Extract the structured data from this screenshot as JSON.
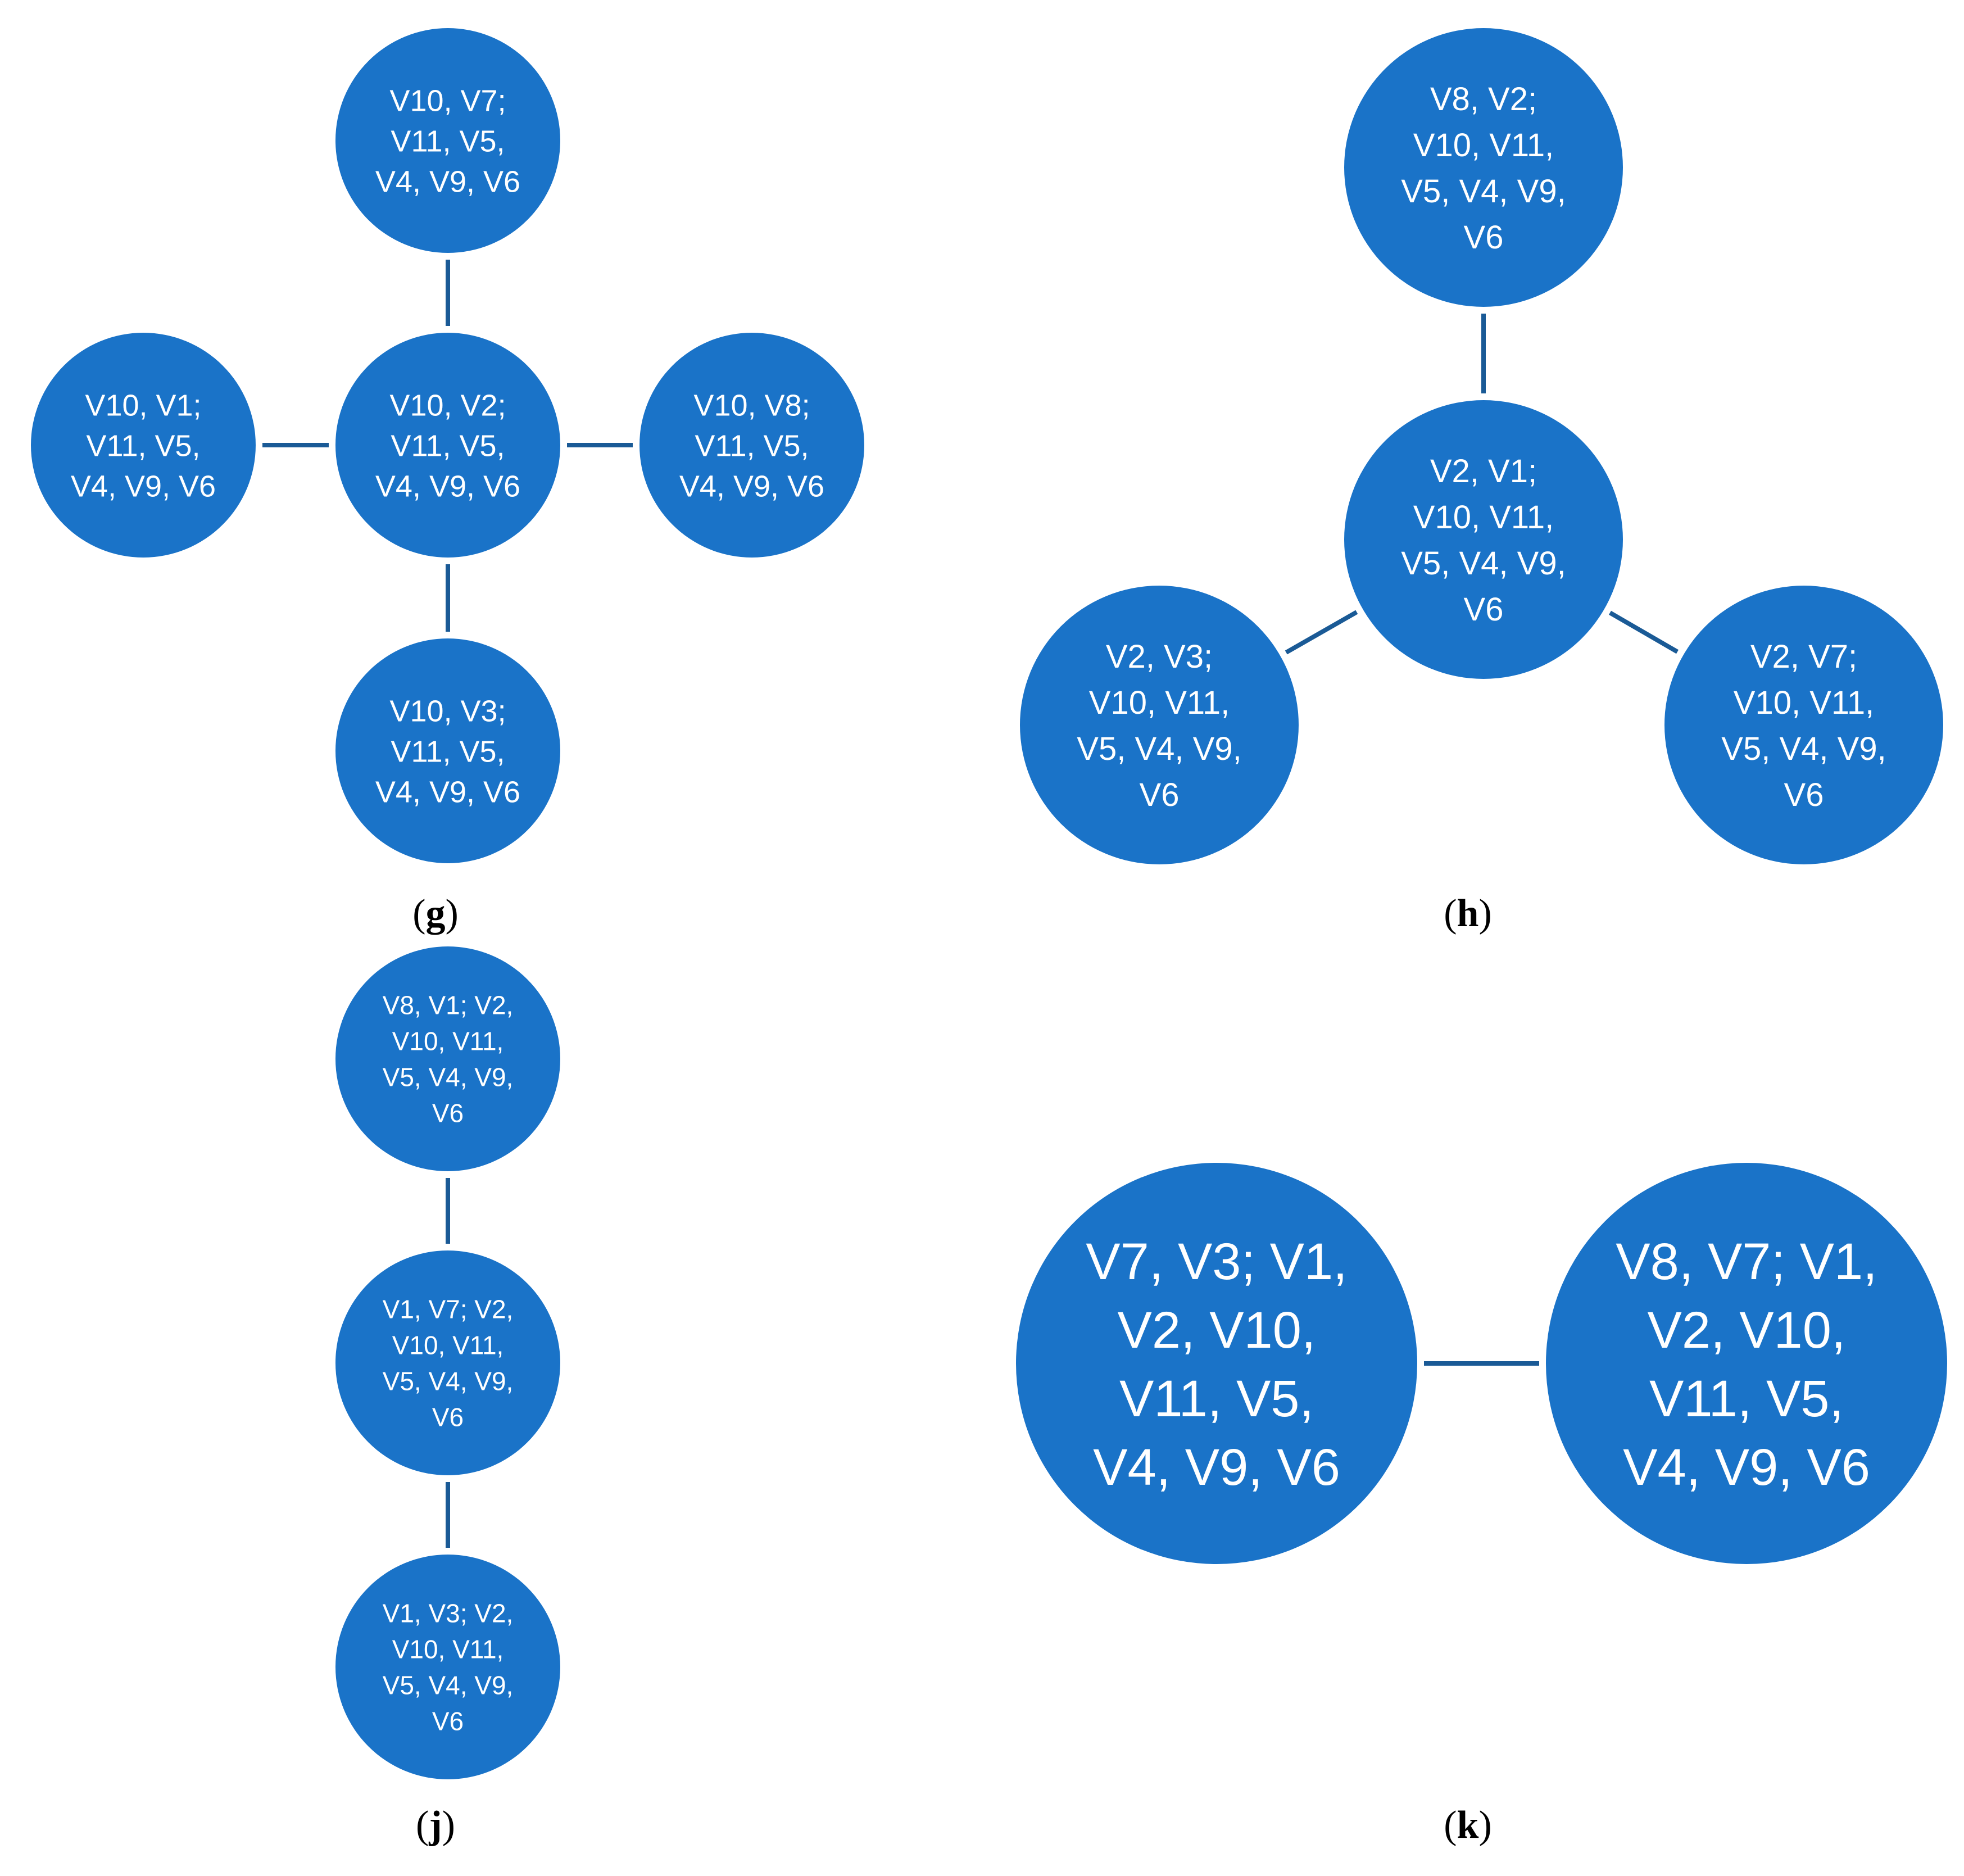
{
  "colors": {
    "node_fill": "#1a73c8",
    "edge": "#1a5a96",
    "text": "#ffffff",
    "caption": "#000000"
  },
  "panels": [
    {
      "id": "g",
      "caption_letter": "g",
      "nodes": [
        {
          "id": "g-top",
          "lines": [
            "V10, V7;",
            "V11, V5,",
            "V4, V9, V6"
          ]
        },
        {
          "id": "g-left",
          "lines": [
            "V10, V1;",
            "V11, V5,",
            "V4, V9, V6"
          ]
        },
        {
          "id": "g-center",
          "lines": [
            "V10, V2;",
            "V11, V5,",
            "V4, V9, V6"
          ]
        },
        {
          "id": "g-right",
          "lines": [
            "V10, V8;",
            "V11, V5,",
            "V4, V9, V6"
          ]
        },
        {
          "id": "g-bottom",
          "lines": [
            "V10, V3;",
            "V11, V5,",
            "V4, V9, V6"
          ]
        }
      ],
      "edges": [
        [
          "g-top",
          "g-center"
        ],
        [
          "g-left",
          "g-center"
        ],
        [
          "g-center",
          "g-right"
        ],
        [
          "g-center",
          "g-bottom"
        ]
      ]
    },
    {
      "id": "h",
      "caption_letter": "h",
      "nodes": [
        {
          "id": "h-top",
          "lines": [
            "V8, V2;",
            "V10, V11,",
            "V5, V4, V9,",
            "V6"
          ]
        },
        {
          "id": "h-center",
          "lines": [
            "V2, V1;",
            "V10, V11,",
            "V5, V4, V9,",
            "V6"
          ]
        },
        {
          "id": "h-left",
          "lines": [
            "V2, V3;",
            "V10, V11,",
            "V5, V4, V9,",
            "V6"
          ]
        },
        {
          "id": "h-right",
          "lines": [
            "V2, V7;",
            "V10, V11,",
            "V5, V4, V9,",
            "V6"
          ]
        }
      ],
      "edges": [
        [
          "h-top",
          "h-center"
        ],
        [
          "h-center",
          "h-left"
        ],
        [
          "h-center",
          "h-right"
        ]
      ]
    },
    {
      "id": "j",
      "caption_letter": "j",
      "nodes": [
        {
          "id": "j-top",
          "lines": [
            "V8, V1; V2,",
            "V10, V11,",
            "V5, V4, V9,",
            "V6"
          ]
        },
        {
          "id": "j-middle",
          "lines": [
            "V1, V7; V2,",
            "V10, V11,",
            "V5, V4, V9,",
            "V6"
          ]
        },
        {
          "id": "j-bottom",
          "lines": [
            "V1, V3; V2,",
            "V10, V11,",
            "V5, V4, V9,",
            "V6"
          ]
        }
      ],
      "edges": [
        [
          "j-top",
          "j-middle"
        ],
        [
          "j-middle",
          "j-bottom"
        ]
      ]
    },
    {
      "id": "k",
      "caption_letter": "k",
      "nodes": [
        {
          "id": "k-left",
          "lines": [
            "V7, V3; V1,",
            "V2, V10,",
            "V11, V5,",
            "V4, V9, V6"
          ]
        },
        {
          "id": "k-right",
          "lines": [
            "V8, V7; V1,",
            "V2, V10,",
            "V11, V5,",
            "V4, V9, V6"
          ]
        }
      ],
      "edges": [
        [
          "k-left",
          "k-right"
        ]
      ]
    }
  ]
}
